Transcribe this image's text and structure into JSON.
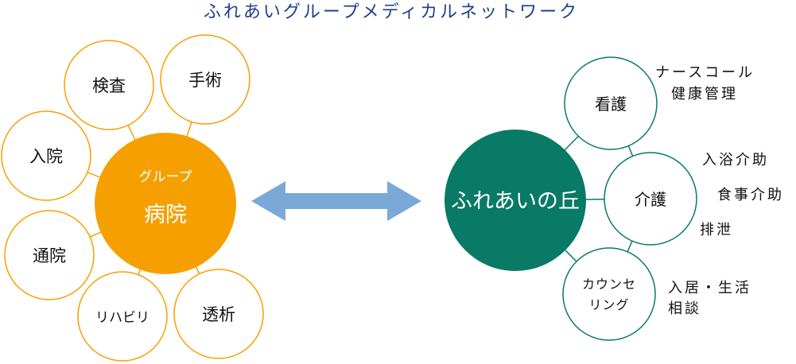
{
  "title": "ふれあいグループメディカルネットワーク",
  "hospital": {
    "label_small": "グループ",
    "label_big": "病院",
    "satellites": [
      "検査",
      "手術",
      "入院",
      "通院",
      "リハビリ",
      "透析"
    ]
  },
  "center": {
    "label": "ふれあいの丘"
  },
  "care": {
    "nursing": {
      "label": "看護",
      "notes": [
        "ナースコール",
        "健康管理"
      ]
    },
    "caregiving": {
      "label": "介護",
      "notes": [
        "入浴介助",
        "食事介助",
        "排泄"
      ]
    },
    "counseling": {
      "label_lines": [
        "カウンセ",
        "リング"
      ],
      "notes": [
        "入居・生活",
        "相談"
      ]
    }
  },
  "colors": {
    "orange": "#f5a000",
    "green": "#087a66",
    "arrow": "#7aa9d8",
    "title": "#1f3f8f"
  }
}
